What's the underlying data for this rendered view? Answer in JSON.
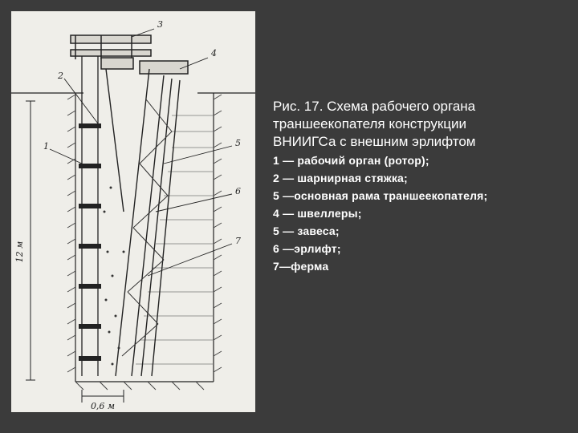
{
  "caption": {
    "title_lines": [
      "Рис. 17. Схема рабочего органа",
      "траншеекопателя конструкции",
      "ВНИИГСа с внешним эрлифтом"
    ],
    "legend": [
      "1 — рабочий  орган   (ротор);",
      "2 — шарнирная   стяжка;",
      "5 —основная   рама траншеекопателя;",
      "4 — швеллеры;",
      "5 — завеса;",
      "6 —эрлифт;",
      "7—ферма"
    ]
  },
  "diagram": {
    "part_labels": [
      "1",
      "2",
      "3",
      "4",
      "5",
      "6",
      "7"
    ],
    "depth_label": "12 м",
    "width_label": "0,6 м"
  },
  "colors": {
    "background": "#3b3b3b",
    "figure_paper": "#efeee9",
    "ink": "#222222",
    "text": "#ffffff"
  }
}
